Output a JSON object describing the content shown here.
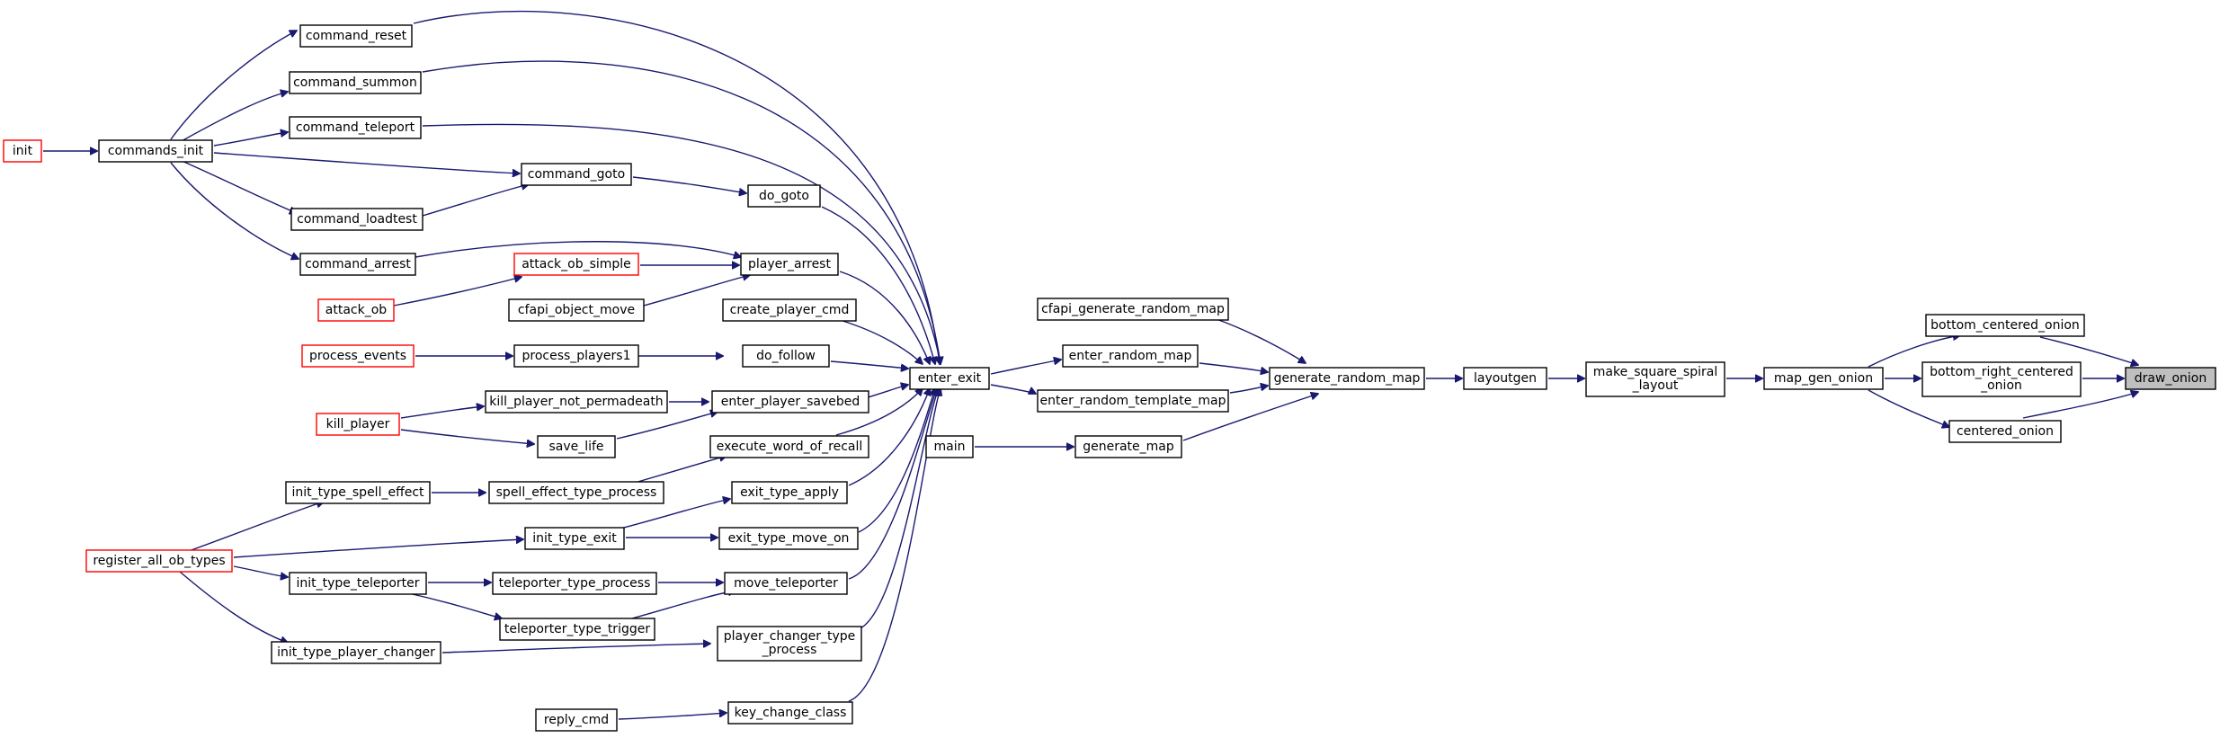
{
  "nodes": {
    "draw_onion": "draw_onion",
    "bottom_centered_onion": "bottom_centered_onion",
    "bottom_right_centered_onion_1": "bottom_right_centered",
    "bottom_right_centered_onion_2": "_onion",
    "centered_onion": "centered_onion",
    "map_gen_onion": "map_gen_onion",
    "make_square_spiral_layout_1": "make_square_spiral",
    "make_square_spiral_layout_2": "_layout",
    "layoutgen": "layoutgen",
    "generate_random_map": "generate_random_map",
    "cfapi_generate_random_map": "cfapi_generate_random_map",
    "enter_random_map": "enter_random_map",
    "enter_random_template_map": "enter_random_template_map",
    "generate_map": "generate_map",
    "main": "main",
    "enter_exit": "enter_exit",
    "command_reset": "command_reset",
    "command_summon": "command_summon",
    "command_teleport": "command_teleport",
    "command_goto": "command_goto",
    "command_loadtest": "command_loadtest",
    "command_arrest": "command_arrest",
    "commands_init": "commands_init",
    "init": "init",
    "do_goto": "do_goto",
    "player_arrest": "player_arrest",
    "attack_ob_simple": "attack_ob_simple",
    "attack_ob": "attack_ob",
    "cfapi_object_move": "cfapi_object_move",
    "create_player_cmd": "create_player_cmd",
    "do_follow": "do_follow",
    "process_players1": "process_players1",
    "process_events": "process_events",
    "enter_player_savebed": "enter_player_savebed",
    "kill_player_not_permadeath": "kill_player_not_permadeath",
    "kill_player": "kill_player",
    "save_life": "save_life",
    "execute_word_of_recall": "execute_word_of_recall",
    "spell_effect_type_process": "spell_effect_type_process",
    "init_type_spell_effect": "init_type_spell_effect",
    "register_all_ob_types": "register_all_ob_types",
    "exit_type_apply": "exit_type_apply",
    "exit_type_move_on": "exit_type_move_on",
    "init_type_exit": "init_type_exit",
    "move_teleporter": "move_teleporter",
    "teleporter_type_process": "teleporter_type_process",
    "teleporter_type_trigger": "teleporter_type_trigger",
    "init_type_teleporter": "init_type_teleporter",
    "player_changer_type_process_1": "player_changer_type",
    "player_changer_type_process_2": "_process",
    "init_type_player_changer": "init_type_player_changer",
    "key_change_class": "key_change_class",
    "reply_cmd": "reply_cmd"
  },
  "colors": {
    "edge": "#191970",
    "normal_border": "#000000",
    "truncated_border": "#ff0000",
    "highlight_fill": "#bfbfbf"
  }
}
